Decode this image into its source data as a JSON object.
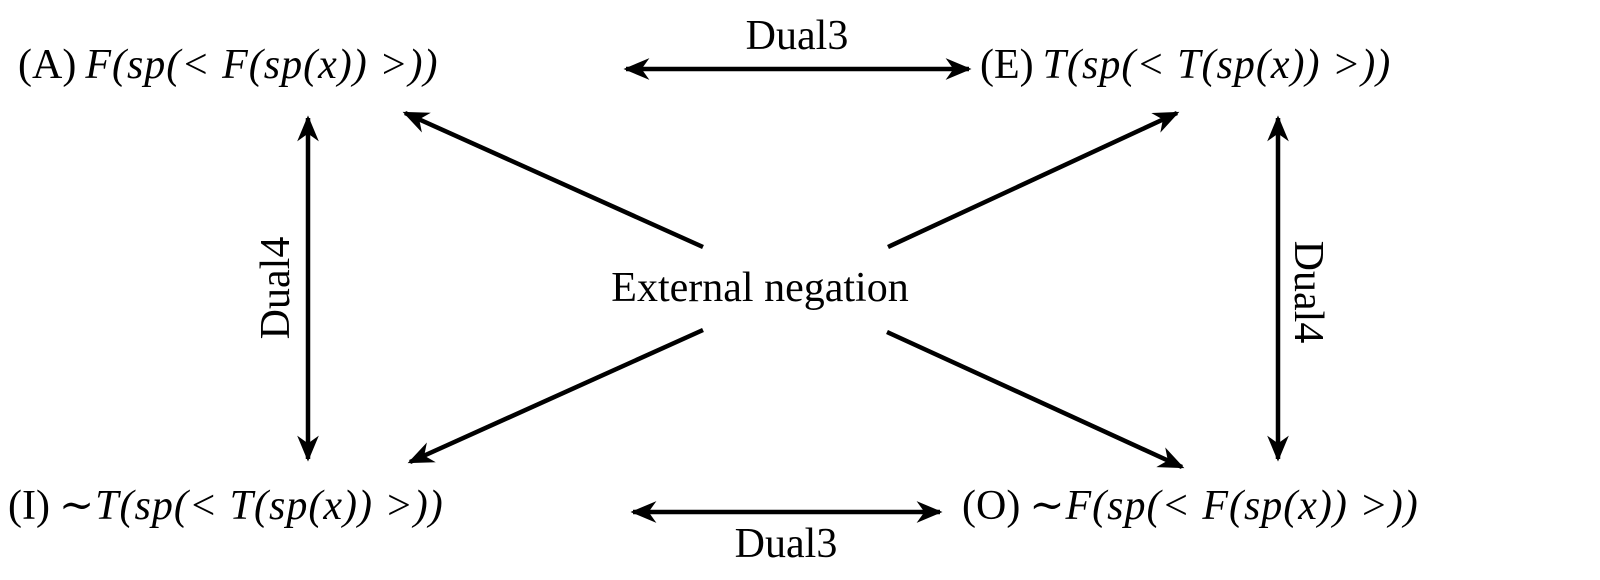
{
  "diagram": {
    "type": "square-of-opposition",
    "corners": {
      "A": {
        "tag": "(A)",
        "formula": "F(sp(< F(sp(x)) >))"
      },
      "E": {
        "tag": "(E)",
        "formula": "T(sp(< T(sp(x)) >))"
      },
      "I": {
        "tag": "(I)",
        "formula": "∼T(sp(< T(sp(x)) >))"
      },
      "O": {
        "tag": "(O)",
        "formula": "∼F(sp(< F(sp(x)) >))"
      }
    },
    "relations": {
      "top": "Dual3",
      "bottom": "Dual3",
      "left": "Dual4",
      "right": "Dual4",
      "diagonals": "External negation"
    },
    "colors": {
      "ink": "#000000",
      "background": "#ffffff"
    }
  }
}
